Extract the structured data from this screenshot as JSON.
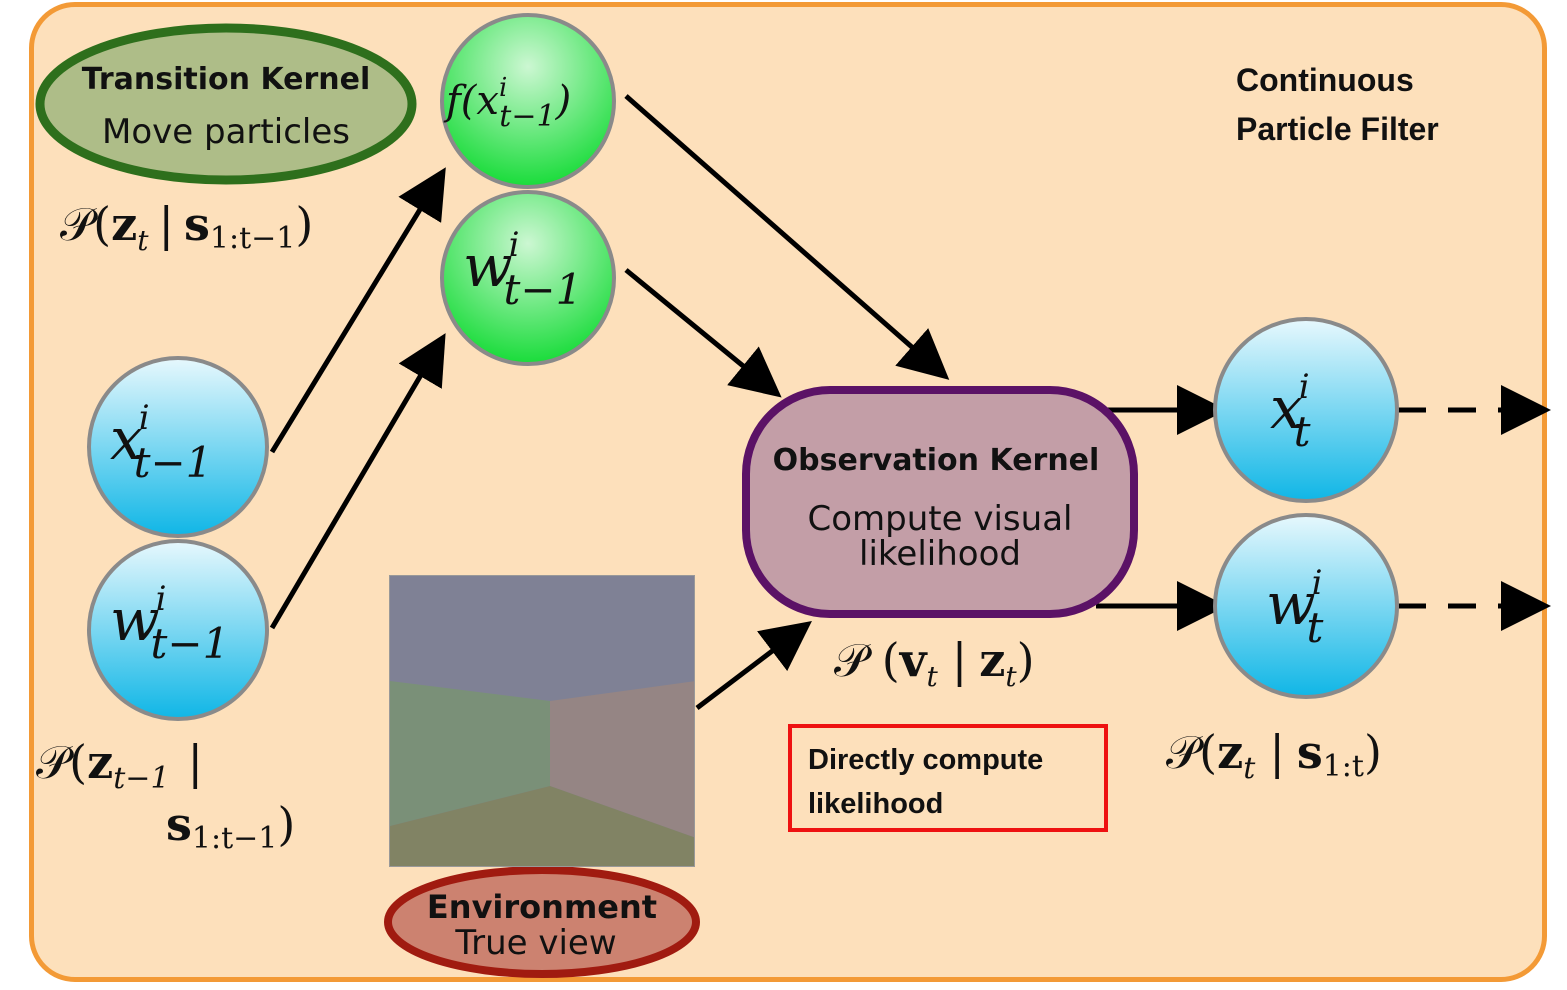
{
  "title": {
    "line1": "Continuous",
    "line2": "Particle Filter"
  },
  "transition_kernel": {
    "heading": "Transition Kernel",
    "sub": "Move particles",
    "prob_main": "𝒫(",
    "prob_z": "z",
    "prob_t": "t",
    "prob_bar": "|",
    "prob_s": "s",
    "prob_sub": "1:t−1",
    "prob_close": ")"
  },
  "observation_kernel": {
    "heading": "Observation Kernel",
    "sub1": "Compute visual",
    "sub2": "likelihood",
    "prob_open": "𝒫 (",
    "prob_v": "v",
    "prob_t": "t",
    "prob_bar": "|",
    "prob_z": "z",
    "prob_t2": "t",
    "prob_close": ")"
  },
  "environment": {
    "heading": "Environment",
    "sub": "True view"
  },
  "note": {
    "line1": "Directly compute",
    "line2": "likelihood"
  },
  "nodes": {
    "f_prev": {
      "f": "f(x",
      "sup": "i",
      "sub": "t−1",
      "close": ")"
    },
    "w_prev_green": {
      "base": "w",
      "sup": "i",
      "sub": "t−1"
    },
    "x_prev": {
      "base": "x",
      "sup": "i",
      "sub": "t−1"
    },
    "w_prev": {
      "base": "w",
      "sup": "i",
      "sub": "t−1"
    },
    "x_t": {
      "base": "x",
      "sup": "i",
      "sub": "t"
    },
    "w_t": {
      "base": "w",
      "sup": "i",
      "sub": "t"
    }
  },
  "prior_prob": {
    "open": "𝒫(",
    "z": "z",
    "zsub": "t−1",
    "bar": "|",
    "s": "s",
    "ssub": "1:t−1",
    "close": ")"
  },
  "posterior_prob": {
    "open": "𝒫(",
    "z": "z",
    "zsub": "t",
    "bar": "|",
    "s": "s",
    "ssub": "1:t",
    "close": ")"
  },
  "colors": {
    "panel_bg": "#fde0bb",
    "panel_border": "#f39a36",
    "green_node": "#22dd44",
    "blue_node": "#1fb8e6",
    "transition_fill": "#aebd88",
    "transition_border": "#2e6f1c",
    "observation_fill": "#c39ea7",
    "observation_border": "#5b1266",
    "env_fill": "#cc8270",
    "env_border": "#a01b10",
    "note_border": "#ee1111"
  }
}
